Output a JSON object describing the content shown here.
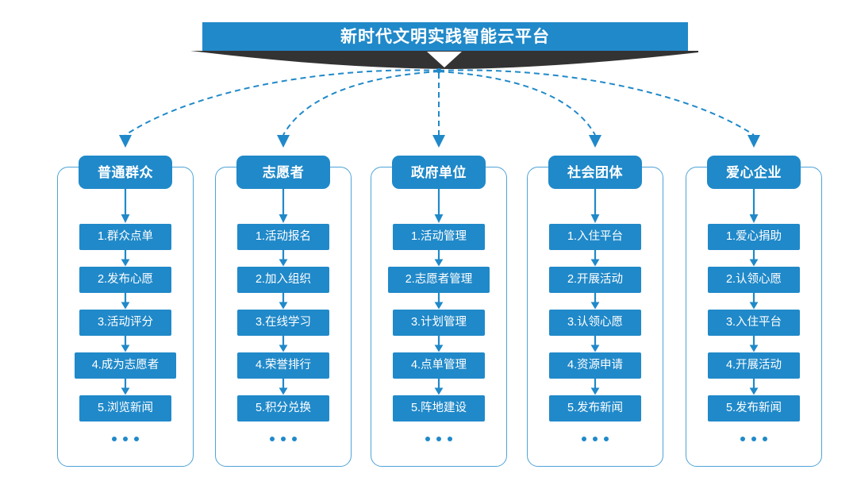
{
  "banner": {
    "title": "新时代文明实践智能云平台",
    "bar_color": "#2089c9",
    "shadow_color": "#333333"
  },
  "theme": {
    "accent": "#2089c9",
    "frame_border": "#4ea3d8",
    "connector": "#2089c9",
    "background": "#ffffff",
    "text_on_accent": "#ffffff"
  },
  "connectors": {
    "style": "dashed-curved-arrow",
    "hub_label": "platform-hub",
    "count": 5
  },
  "columns": [
    {
      "id": "ordinary-public",
      "header": "普通群众",
      "items": [
        "1.群众点单",
        "2.发布心愿",
        "3.活动评分",
        "4.成为志愿者",
        "5.浏览新闻"
      ],
      "more": "..."
    },
    {
      "id": "volunteer",
      "header": "志愿者",
      "items": [
        "1.活动报名",
        "2.加入组织",
        "3.在线学习",
        "4.荣誉排行",
        "5.积分兑换"
      ],
      "more": "..."
    },
    {
      "id": "government-unit",
      "header": "政府单位",
      "items": [
        "1.活动管理",
        "2.志愿者管理",
        "3.计划管理",
        "4.点单管理",
        "5.阵地建设"
      ],
      "more": "..."
    },
    {
      "id": "social-group",
      "header": "社会团体",
      "items": [
        "1.入住平台",
        "2.开展活动",
        "3.认领心愿",
        "4.资源申请",
        "5.发布新闻"
      ],
      "more": "..."
    },
    {
      "id": "caring-enterprise",
      "header": "爱心企业",
      "items": [
        "1.爱心捐助",
        "2.认领心愿",
        "3.入住平台",
        "4.开展活动",
        "5.发布新闻"
      ],
      "more": "..."
    }
  ]
}
